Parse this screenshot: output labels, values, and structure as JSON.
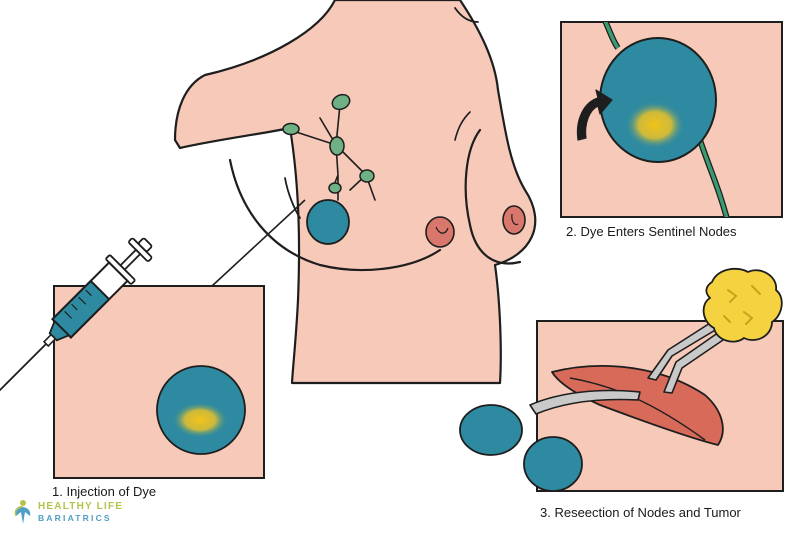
{
  "labels": {
    "step1": "1. Injection of Dye",
    "step2": "2. Dye Enters Sentinel Nodes",
    "step3": "3. Reseection of Nodes and Tumor"
  },
  "logo": {
    "line1": "HEALTHY LIFE",
    "line2": "BARIATRICS"
  },
  "colors": {
    "skin": "#f6c9b8",
    "outline": "#1e1e1e",
    "lymph_node": "#2e8aa0",
    "lymph_vessel": "#3a9a72",
    "node_small": "#6fb084",
    "dye": "#f2c21a",
    "nipple": "#d9776c",
    "tissue_flap": "#d86a5a",
    "tumor": "#f5d240",
    "instrument": "#c9c9c9",
    "logo_green": "#b7c24a",
    "logo_blue": "#4f9ec4"
  },
  "icons": [
    "syringe-icon",
    "forceps-icon",
    "arrow-icon",
    "logo-icon"
  ]
}
